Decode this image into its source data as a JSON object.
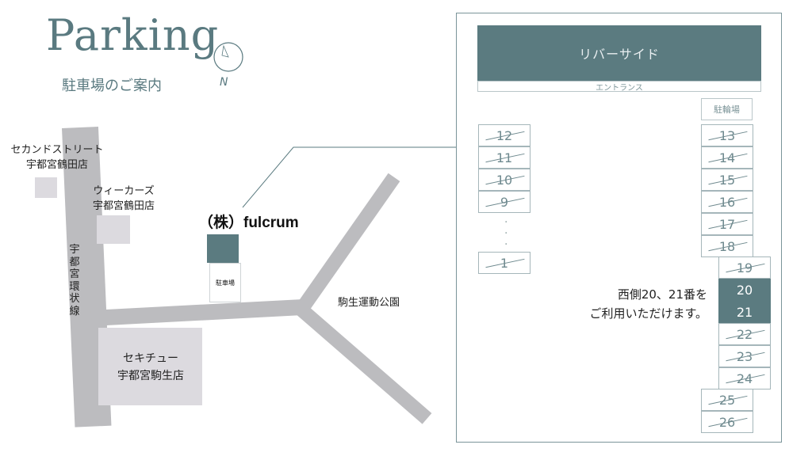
{
  "header": {
    "title": "Parking",
    "subtitle": "駐車場のご案内",
    "compass_label": "N"
  },
  "map": {
    "stores": [
      {
        "line1": "セカンドストリート",
        "line2": "宇都宮鶴田店"
      },
      {
        "line1": "ウィーカーズ",
        "line2": "宇都宮鶴田店"
      }
    ],
    "road_label": "宇都宮環状線",
    "park_label": "駒生運動公園",
    "bottom_store": {
      "line1": "セキチュー",
      "line2": "宇都宮駒生店"
    },
    "company": "（株）fulcrum",
    "lot_label": "駐車場"
  },
  "parking_layout": {
    "riverside_label": "リバーサイド",
    "entrance_label": "エントランス",
    "bicycle_label": "駐輪場",
    "left_spaces": [
      "12",
      "11",
      "10",
      "9",
      "1"
    ],
    "right_spaces": [
      "13",
      "14",
      "15",
      "16",
      "17",
      "18"
    ],
    "middle_spaces": [
      "19",
      "20",
      "21",
      "22",
      "23",
      "24"
    ],
    "bottom_spaces": [
      "25",
      "26"
    ],
    "available_spaces": [
      "20",
      "21"
    ],
    "note_line1": "西側20、21番を",
    "note_line2": "ご利用いただけます。"
  },
  "colors": {
    "accent": "#5b7b80",
    "road": "#bcbcbf",
    "block": "#dcdadf"
  }
}
